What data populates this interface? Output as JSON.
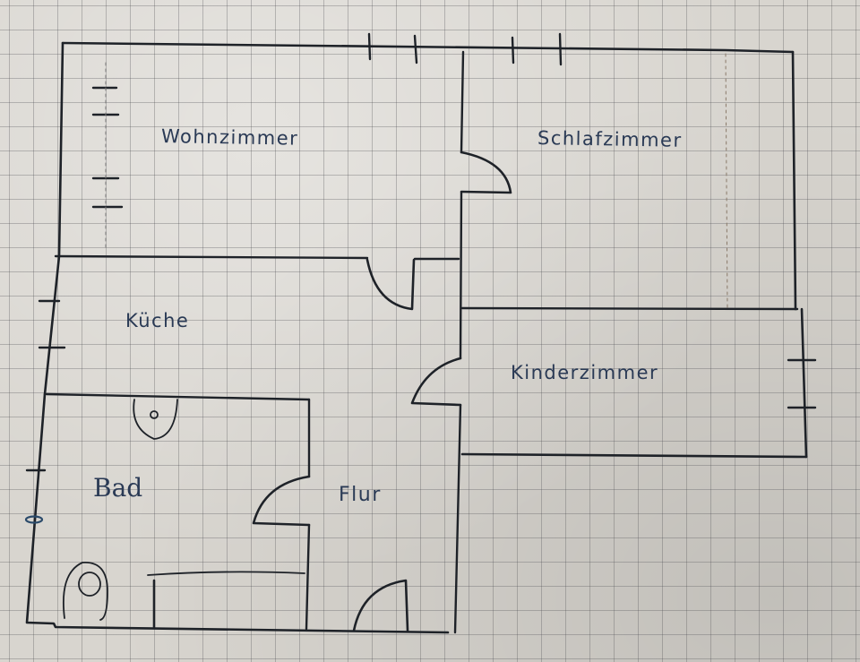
{
  "diagram": {
    "type": "hand-drawn floor plan on graph paper",
    "rooms": [
      {
        "id": "wohnzimmer",
        "label": "Wohnzimmer"
      },
      {
        "id": "schlafzimmer",
        "label": "Schlafzimmer"
      },
      {
        "id": "kueche",
        "label": "Küche"
      },
      {
        "id": "kinderzimmer",
        "label": "Kinderzimmer"
      },
      {
        "id": "bad",
        "label": "Bad"
      },
      {
        "id": "flur",
        "label": "Flur"
      }
    ],
    "fixtures": [
      {
        "id": "sink",
        "room": "Bad"
      },
      {
        "id": "toilet",
        "room": "Bad"
      },
      {
        "id": "bathtub",
        "room": "Bad"
      }
    ],
    "colors": {
      "ink_walls": "#1e2228",
      "ink_labels": "#2a3a55",
      "paper": "#d8d5cf",
      "grid": "#6a6a70"
    }
  }
}
